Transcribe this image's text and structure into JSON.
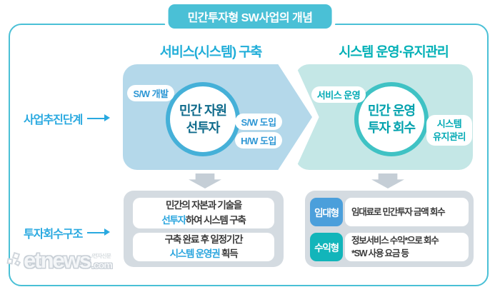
{
  "title": "민간투자형 SW사업의 개념",
  "colors": {
    "accent_cyan": "#4ac0d6",
    "header_blue": "#1fadd8",
    "header_teal": "#00b0b6",
    "shape_blue": "#b4d8ea",
    "shape_teal": "#c4e7e6",
    "circle_text_blue": "#0e6a8b",
    "circle_text_teal": "#00a1ad",
    "badge_blue": "#4b9fdb",
    "badge_teal": "#12b5ba",
    "highlight_blue": "#2aa5de",
    "row_label_blue": "#29a9e0",
    "panel_gray": "#d4dbe1"
  },
  "rows": {
    "phase_label": "사업추진단계",
    "recovery_label": "투자회수구조"
  },
  "build": {
    "header": "서비스(시스템) 구축",
    "circle": {
      "line1": "민간 자원",
      "line2": "선투자"
    },
    "tags": [
      "S/W 개발",
      "S/W 도입",
      "H/W 도입"
    ],
    "notes": [
      {
        "line1": "민간의 자본과 기술을",
        "hl": "선투자",
        "rest": "하여 시스템 구축"
      },
      {
        "line1": "구축 완료 후 일정기간",
        "hl": "시스템 운영권",
        "rest": " 획득"
      }
    ]
  },
  "operate": {
    "header": "시스템 운영·유지관리",
    "circle": {
      "line1": "민간 운영",
      "line2": "투자 회수"
    },
    "tag_service": "서비스 운영",
    "tag_maint_line1": "시스템",
    "tag_maint_line2": "유지관리",
    "models": [
      {
        "badge": "임대형",
        "line1": "임대료로 민간투자 금액 회수",
        "line2": ""
      },
      {
        "badge": "수익형",
        "line1": "정보서비스 수익*으로 회수",
        "line2": "*SW 사용 요금 등"
      }
    ]
  },
  "watermark": {
    "brand": "etnews",
    "tag": "/전자신문",
    "suffix": ".com"
  }
}
